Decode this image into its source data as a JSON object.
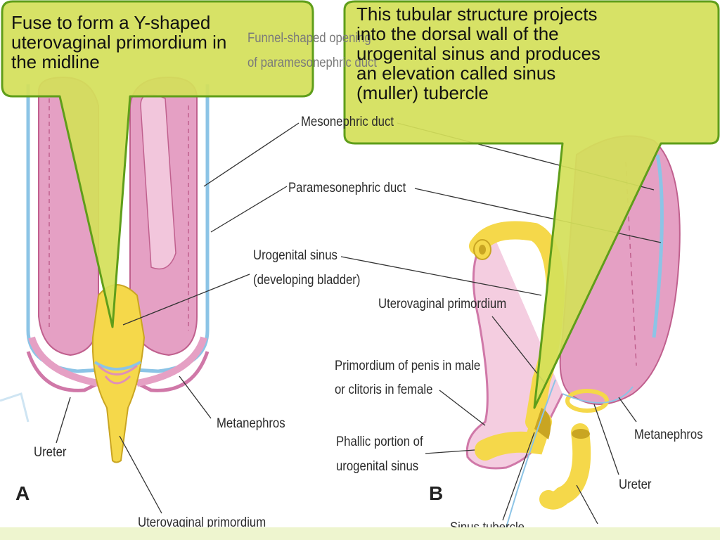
{
  "callouts": {
    "left": "Fuse to form a Y-shaped\nuterovaginal primordium in\nthe midline",
    "right": "This tubular structure projects\ninto the dorsal wall of the\nurogenital sinus and produces\nan elevation called sinus\n(muller) tubercle"
  },
  "labels": {
    "funnel_line1": "Funnel-shaped opening",
    "funnel_line2": "of paramesonephric duct",
    "mesonephric": "Mesonephric duct",
    "paramesonephric": "Paramesonephric duct",
    "urogenital_sinus_1": "Urogenital sinus",
    "urogenital_sinus_2": "(developing bladder)",
    "metanephros_a": "Metanephros",
    "ureter_a": "Ureter",
    "uterovaginal_a": "Uterovaginal primordium",
    "uterovaginal_b": "Uterovaginal primordium",
    "penis_1": "Primordium of penis in male",
    "penis_2": "or clitoris in female",
    "phallic_1": "Phallic portion of",
    "phallic_2": "urogenital sinus",
    "metanephros_b": "Metanephros",
    "ureter_b": "Ureter",
    "sinus_tubercle": "Sinus tubercle"
  },
  "panels": {
    "a": "A",
    "b": "B"
  },
  "colors": {
    "callout_fill": "#d4e05a",
    "callout_border": "#5f9e1a",
    "kidney_pink": "#e090b8",
    "duct_blue": "#8cc4e6",
    "primordium_yellow": "#f5d84a",
    "background": "#ffffff"
  }
}
